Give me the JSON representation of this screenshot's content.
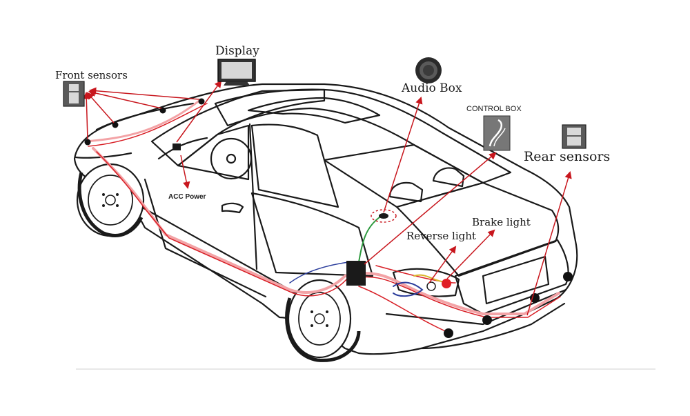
{
  "labels": {
    "front_sensors": "Front sensors",
    "display": "Display",
    "audio_box": "Audio Box",
    "control_box": "CONTROL BOX",
    "rear_sensors": "Rear sensors",
    "acc_power": "ACC Power",
    "reverse_light": "Reverse light",
    "brake_light": "Brake light"
  },
  "colors": {
    "outline": "#1a1a1a",
    "wire": "#d81f26",
    "wire_light": "#f3a3a6",
    "arrow": "#c8161d",
    "sensor": "#111111",
    "green_wire": "#2e9a3f",
    "blue_wire": "#2b3d9c",
    "yellow_wire": "#d9b52b"
  },
  "icons": [
    "front-sensor-icon",
    "display-monitor-icon",
    "audio-box-icon",
    "control-box-icon",
    "rear-sensor-icon"
  ]
}
